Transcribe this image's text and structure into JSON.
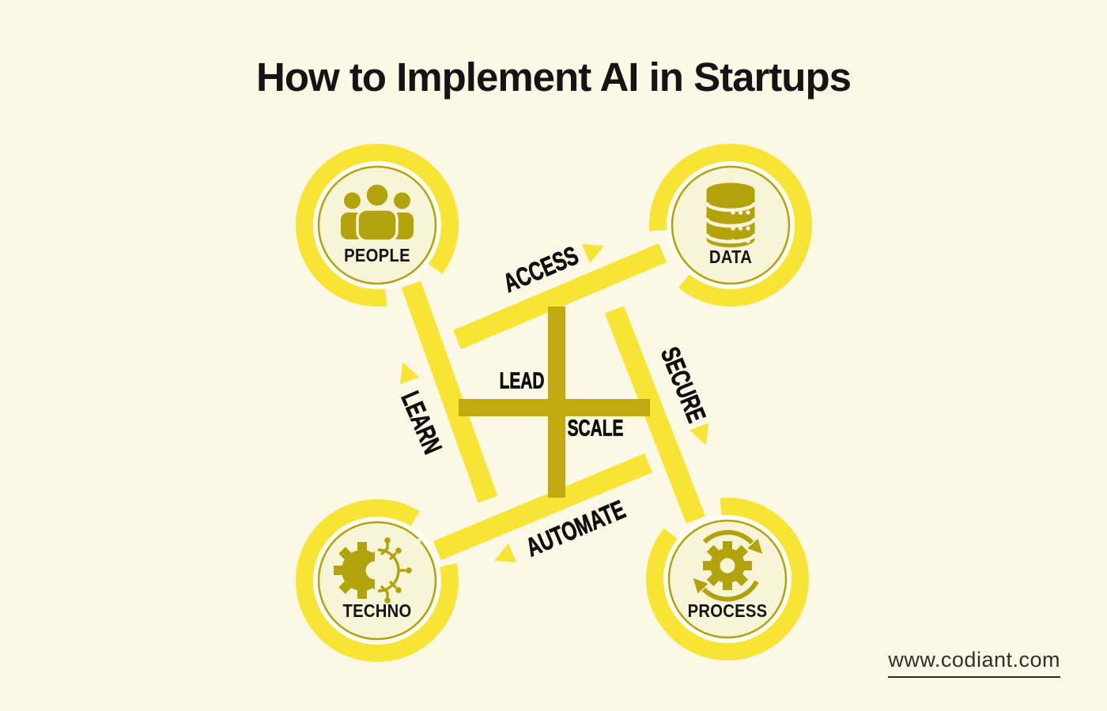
{
  "title": "How to Implement AI in Startups",
  "footer": {
    "website": "www.codiant.com"
  },
  "nodes": [
    {
      "id": "people",
      "label": "PEOPLE",
      "icon": "people-group-icon"
    },
    {
      "id": "data",
      "label": "DATA",
      "icon": "database-icon"
    },
    {
      "id": "techno",
      "label": "TECHNO",
      "icon": "gear-circuit-icon"
    },
    {
      "id": "process",
      "label": "PROCESS",
      "icon": "gear-refresh-icon"
    }
  ],
  "edges": [
    {
      "label": "ACCESS",
      "from": "PEOPLE",
      "to": "DATA"
    },
    {
      "label": "SECURE",
      "from": "DATA",
      "to": "PROCESS"
    },
    {
      "label": "AUTOMATE",
      "from": "PROCESS",
      "to": "TECHNO"
    },
    {
      "label": "LEARN",
      "from": "TECHNO",
      "to": "PEOPLE"
    }
  ],
  "center": {
    "lead": "LEAD",
    "scale": "SCALE"
  },
  "colors": {
    "background": "#FBF8E5",
    "bright": "#F7E434",
    "olive": "#B2A20C",
    "cross": "#C1AA10",
    "inner": "#F8F4D8",
    "halo": "#FFFEF4",
    "ink": "#141414",
    "site": "#30302A"
  }
}
